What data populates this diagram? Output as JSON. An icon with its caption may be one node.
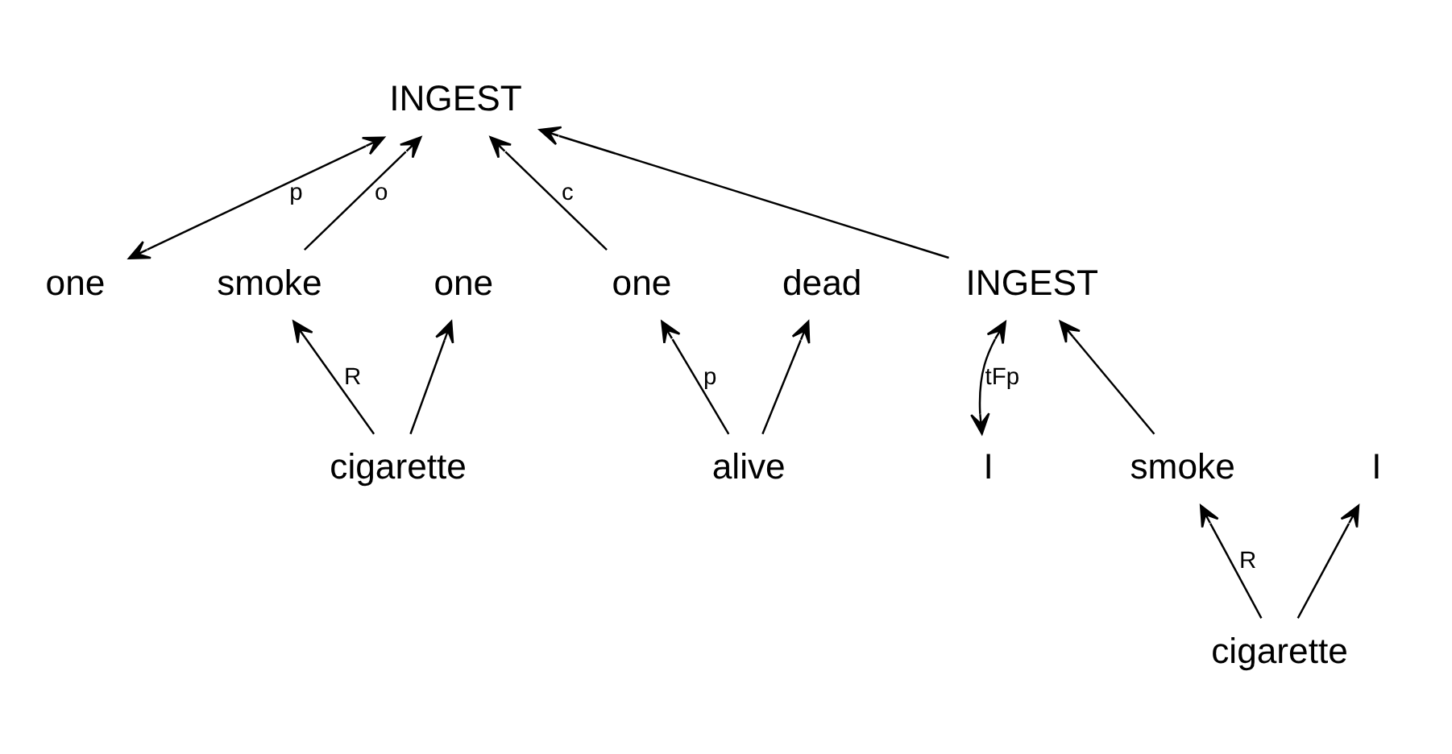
{
  "diagram": {
    "nodes": [
      {
        "text": [
          "one"
        ]
      },
      {
        "text": [
          "INGEST"
        ]
      },
      {
        "text": [
          "smoke"
        ]
      },
      {
        "text": [
          "one"
        ]
      },
      {
        "text": [
          "cigarette"
        ]
      },
      {
        "text": [
          "one"
        ]
      },
      {
        "text": [
          "dead"
        ]
      },
      {
        "text": [
          "alive"
        ]
      },
      {
        "text": [
          "I"
        ]
      },
      {
        "text": [
          "INGEST"
        ]
      },
      {
        "text": [
          "smoke"
        ]
      },
      {
        "text": [
          "cigarette"
        ]
      },
      {
        "text": [
          "I"
        ]
      }
    ],
    "edges": [
      {
        "from": 0,
        "to": 1,
        "arrow": "both",
        "label": "p"
      },
      {
        "from": 2,
        "to": 1,
        "arrow": "to",
        "label": "o"
      },
      {
        "from": 4,
        "to": 2,
        "arrow": "to",
        "label": "R"
      },
      {
        "from": 4,
        "to": 3,
        "arrow": "to"
      },
      {
        "from": 5,
        "to": 1,
        "arrow": "to",
        "label": "c"
      },
      {
        "from": 7,
        "to": 5,
        "arrow": "to",
        "label": "p"
      },
      {
        "from": 7,
        "to": 6,
        "arrow": "to"
      },
      {
        "from": 9,
        "to": 1,
        "arrow": "to"
      },
      {
        "from": 8,
        "to": 9,
        "arrow": "both",
        "label": "tFp"
      },
      {
        "from": 10,
        "to": 9,
        "arrow": "to"
      },
      {
        "from": 11,
        "to": 10,
        "arrow": "to",
        "label": "R"
      },
      {
        "from": 11,
        "to": 12,
        "arrow": "to"
      }
    ]
  }
}
